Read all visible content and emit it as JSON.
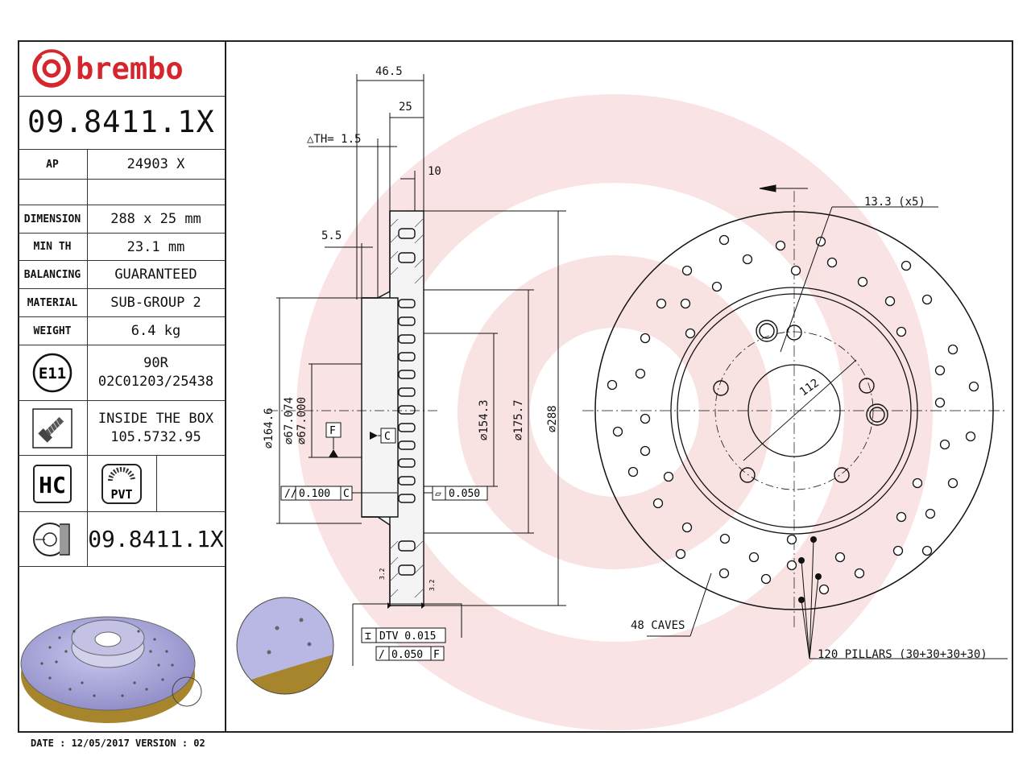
{
  "brand": {
    "name": "brembo",
    "color": "#d4262c"
  },
  "part_number": "09.8411.1X",
  "table": {
    "ap_label": "AP",
    "ap_value": "24903 X",
    "dimension_label": "DIMENSION",
    "dimension_value": "288 x 25 mm",
    "minth_label": "MIN TH",
    "minth_value": "23.1 mm",
    "balancing_label": "BALANCING",
    "balancing_value": "GUARANTEED",
    "material_label": "MATERIAL",
    "material_value": "SUB-GROUP 2",
    "weight_label": "WEIGHT",
    "weight_value": "6.4 kg",
    "e11_label": "E11",
    "e11_line1": "90R",
    "e11_line2": "02C01203/25438",
    "box_line1": "INSIDE THE BOX",
    "box_line2": "105.5732.95",
    "hc_label": "HC",
    "pvt_label": "PVT",
    "bottom_code": "09.8411.1X"
  },
  "footer": {
    "date_text": "DATE : 12/05/2017 VERSION : 02"
  },
  "drawing": {
    "dim_46_5": "46.5",
    "dim_25": "25",
    "dim_th": "△TH= 1.5",
    "dim_10": "10",
    "dim_5_5": "5.5",
    "dia_164_6": "∅164.6",
    "dia_67_074": "∅67.074",
    "dia_67_000": "∅67.000",
    "dia_154_3": "∅154.3",
    "dia_175_7": "∅175.7",
    "dia_288": "∅288",
    "datum_f": "F",
    "datum_c": "C",
    "tol_parallel": "0.100",
    "tol_parallel_ref": "C",
    "tol_flat": "0.050",
    "tol_dtv": "DTV 0.015",
    "tol_runout": "0.050",
    "tol_runout_ref": "F",
    "roughness_1": "3.2",
    "roughness_2": "3.2",
    "holes_label": "13.3 (x5)",
    "pcd_label": "112",
    "caves_label": "48 CAVES",
    "pillars_label": "120 PILLARS (30+30+30+30)"
  },
  "icons": [
    "brembo-logo-icon",
    "e11-approval-icon",
    "screw-icon",
    "hc-icon",
    "pvt-icon",
    "disc-section-icon"
  ]
}
